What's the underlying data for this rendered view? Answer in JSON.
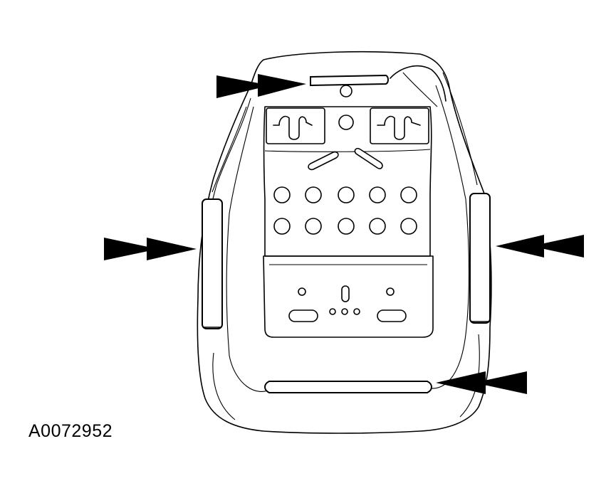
{
  "figure": {
    "id_label": "A0072952",
    "line_color": "#000000",
    "background": "#ffffff",
    "arrows": [
      "arrow-top-left",
      "arrow-left",
      "arrow-right",
      "arrow-bottom-right"
    ]
  }
}
